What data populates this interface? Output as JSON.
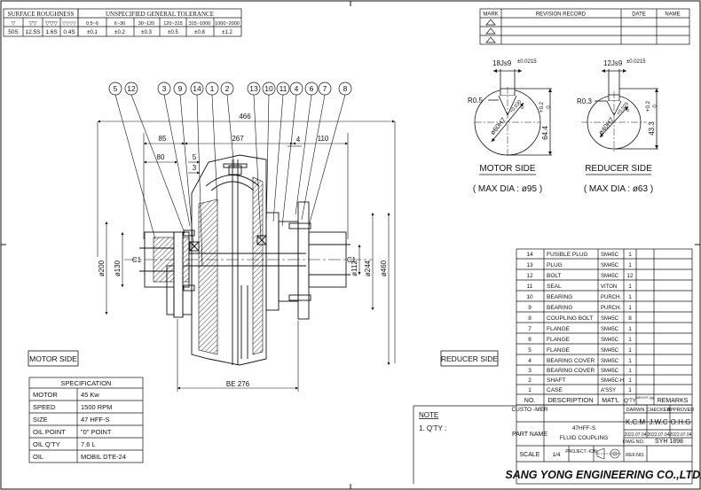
{
  "roughness_table": {
    "title": "SURFACE ROUGHNESS",
    "symbols": [
      "▽",
      "▽▽",
      "▽▽▽",
      "▽▽▽▽"
    ],
    "values": [
      "50S",
      "12.5S",
      "1.6S",
      "0.4S"
    ]
  },
  "tolerance_table": {
    "title": "UNSPECIFIED GENERAL TOLERANCE",
    "ranges": [
      "0.5~6",
      "6~30",
      "30~120",
      "120~315",
      "315~1000",
      "1000~2000"
    ],
    "tolerances": [
      "±0.1",
      "±0.2",
      "±0.3",
      "±0.5",
      "±0.8",
      "±1.2"
    ]
  },
  "revision_table": {
    "headers": [
      "MARK",
      "REVISION RECORD",
      "DATE",
      "NAME"
    ]
  },
  "balloons": [
    "5",
    "12",
    "3",
    "9",
    "14",
    "1",
    "2",
    "13",
    "10",
    "11",
    "4",
    "6",
    "7",
    "8"
  ],
  "dimensions": {
    "overall": "466",
    "left_85": "85",
    "center_267": "267",
    "right_110": "110",
    "dim_80": "80",
    "dim_5": "5",
    "dim_3": "3",
    "dim_4": "4",
    "bore_200": "ø200",
    "bore_130": "ø130",
    "bore_112": "ø112",
    "bore_244": "ø244",
    "bore_460": "ø460",
    "c1_left": "C1",
    "c1_right": "C1",
    "be": "BE 276"
  },
  "motor_keyway": {
    "key_width": "18Js9",
    "key_tol": "±0.0215",
    "radius": "R0.5",
    "bore": "ø60H7",
    "bore_tol_upper": "+0.030",
    "bore_tol_lower": "0",
    "depth": "64.4",
    "depth_tol_upper": "+0.2",
    "depth_tol_lower": "0",
    "label": "MOTOR SIDE",
    "max_dia": "( MAX DIA : ø95 )"
  },
  "reducer_keyway": {
    "key_width": "12Js9",
    "key_tol": "±0.0215",
    "radius": "R0.3",
    "bore": "ø40H7",
    "bore_tol_upper": "+0.025",
    "bore_tol_lower": "0",
    "depth": "43.3",
    "depth_tol_upper": "+0.2",
    "depth_tol_lower": "0",
    "label": "REDUCER SIDE",
    "max_dia": "( MAX DIA : ø63 )"
  },
  "side_labels": {
    "motor": "MOTOR SIDE",
    "reducer": "REDUCER SIDE"
  },
  "specification": {
    "title": "SPECIFICATION",
    "rows": [
      [
        "MOTOR",
        "45 Kw"
      ],
      [
        "SPEED",
        "1500 RPM"
      ],
      [
        "SIZE",
        "47 HFF-S"
      ],
      [
        "OIL POINT",
        "\"0\" POINT"
      ],
      [
        "OIL Q'TY",
        "7.6 L"
      ],
      [
        "OIL",
        "MOBIL DTE-24"
      ]
    ]
  },
  "note": {
    "title": "NOTE",
    "items": [
      "1. Q'TY :"
    ]
  },
  "bom": {
    "rows": [
      [
        "14",
        "FUSIBLE PLUG",
        "SM45C",
        "1"
      ],
      [
        "13",
        "PLUG",
        "SM45C",
        "1"
      ],
      [
        "12",
        "BOLT",
        "SM45C",
        "12"
      ],
      [
        "11",
        "SEAL",
        "VITON",
        "1"
      ],
      [
        "10",
        "BEARING",
        "PURCH.",
        "1"
      ],
      [
        "9",
        "BEARING",
        "PURCH.",
        "1"
      ],
      [
        "8",
        "COUPLING BOLT",
        "SM45C",
        "8"
      ],
      [
        "7",
        "FLANGE",
        "SM45C",
        "1"
      ],
      [
        "6",
        "FLANGE",
        "SM45C",
        "1"
      ],
      [
        "5",
        "FLANGE",
        "SM45C",
        "1"
      ],
      [
        "4",
        "BEARING COVER",
        "SM45C",
        "1"
      ],
      [
        "3",
        "BEARING COVER",
        "SM45C",
        "1"
      ],
      [
        "2",
        "SHAFT",
        "SM45C-H",
        "1"
      ],
      [
        "1",
        "CASE",
        "A'SSY",
        "1"
      ]
    ],
    "headers": [
      "NO.",
      "DESCRIPTION",
      "MAT'L",
      "Q'TY",
      "WEIGHT (kg)",
      "REMARKS"
    ]
  },
  "title_block": {
    "customer_label": "CUSTO -MER",
    "drawn": "DARWN",
    "checked": "CHECKED",
    "approved": "APPROVED",
    "names": [
      "K.C.M",
      "J.W.C",
      "O.H.G"
    ],
    "dates": [
      "2022.07.04",
      "2022.07.04",
      "2022.07.04"
    ],
    "part_name_label": "PART NAME",
    "part_name_1": "47HFF-S",
    "part_name_2": "FLUID COUPLING",
    "dwg_no_label": "DWG.NO.",
    "dwg_no": "SYH 1898",
    "scale_label": "SCALE",
    "scale": "1/4",
    "projection_label": "PROJECT -ION",
    "ref_no_label": "REF.NO.",
    "company": "SANG YONG ENGINEERING CO.,LTD."
  }
}
